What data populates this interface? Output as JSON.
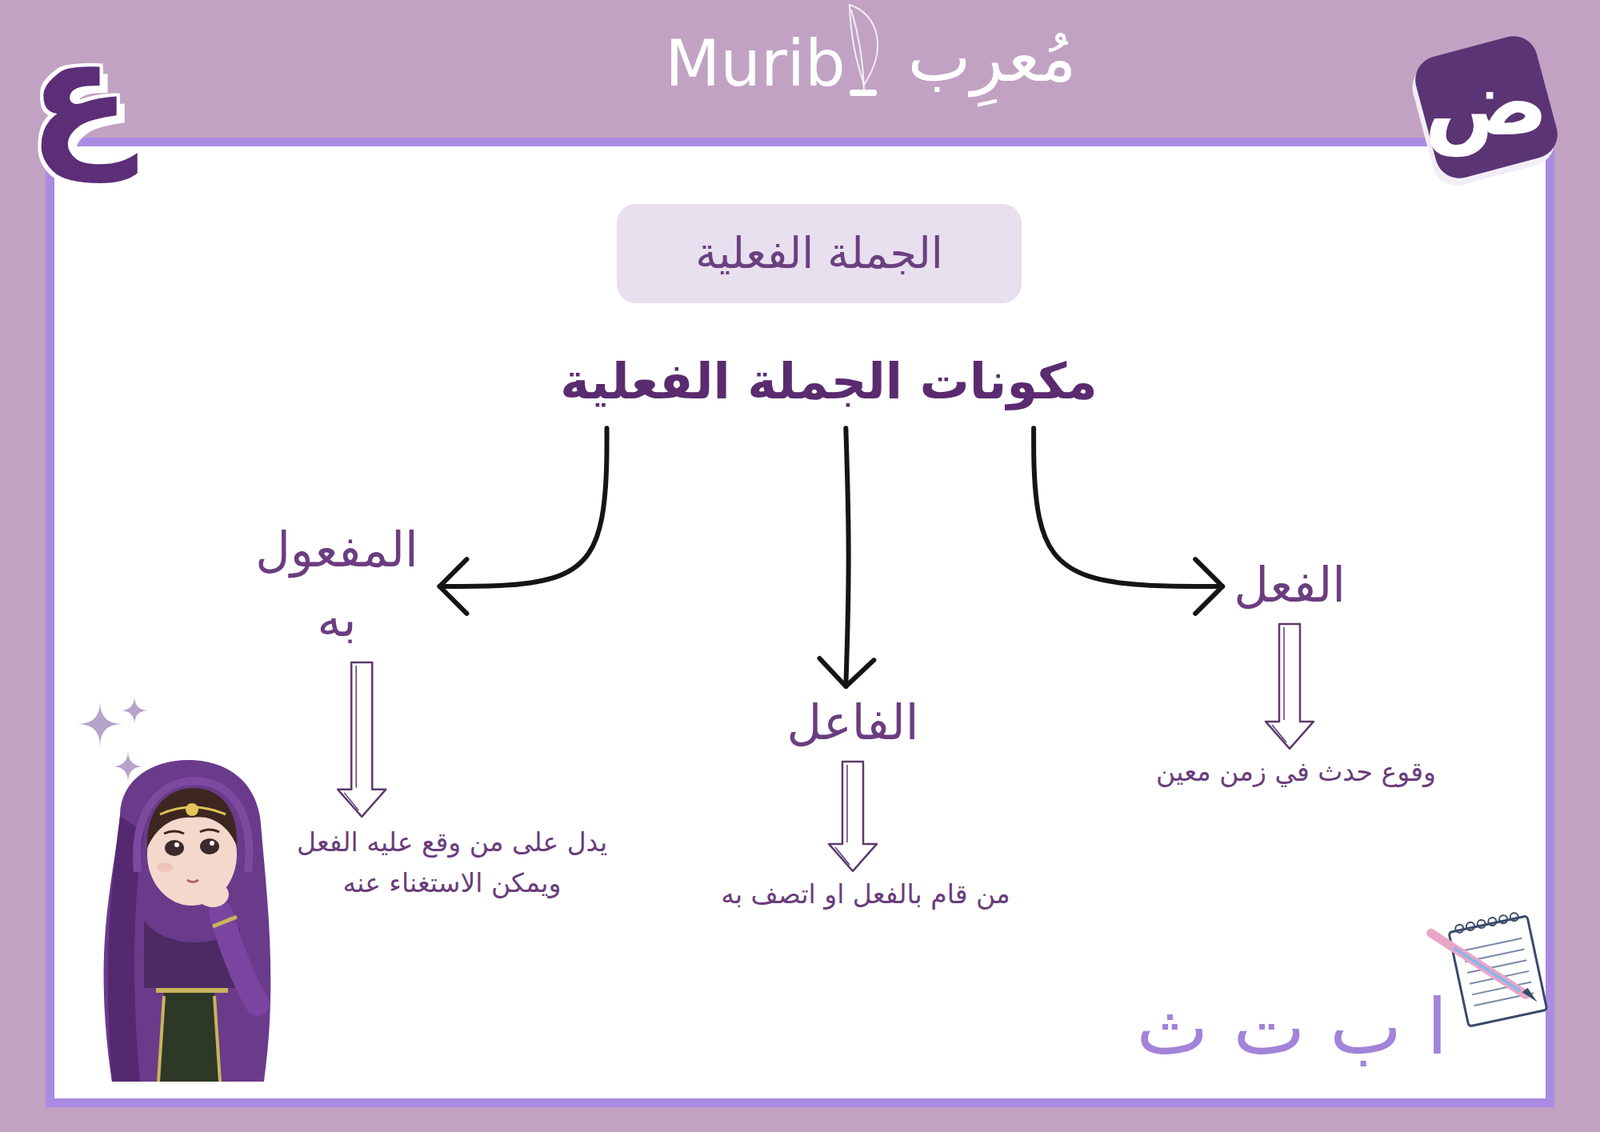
{
  "diagram": {
    "title": "الجملة الفعلية",
    "nodes": [
      {
        "text": [
          "مكونات الجملة الفعلية"
        ]
      },
      {
        "text": [
          "الفعل"
        ]
      },
      {
        "text": [
          "الفاعل"
        ]
      },
      {
        "text": [
          "المفعول به"
        ]
      },
      {
        "text": [
          "وقوع حدث في زمن معين"
        ]
      },
      {
        "text": [
          "من قام بالفعل او اتصف به"
        ]
      },
      {
        "text": [
          "يدل على من وقع عليه الفعل ويمكن الاستغناء عنه"
        ]
      }
    ],
    "edges": [
      {
        "from": 0,
        "to": 1,
        "arrow": "to"
      },
      {
        "from": 0,
        "to": 2,
        "arrow": "to"
      },
      {
        "from": 0,
        "to": 3,
        "arrow": "to"
      },
      {
        "from": 1,
        "to": 4,
        "arrow": "to"
      },
      {
        "from": 2,
        "to": 5,
        "arrow": "to"
      },
      {
        "from": 3,
        "to": 6,
        "arrow": "to"
      }
    ],
    "labels": [
      "مُعرِب",
      "Murib",
      "ع",
      "ض",
      "ا ب ت ث"
    ]
  }
}
